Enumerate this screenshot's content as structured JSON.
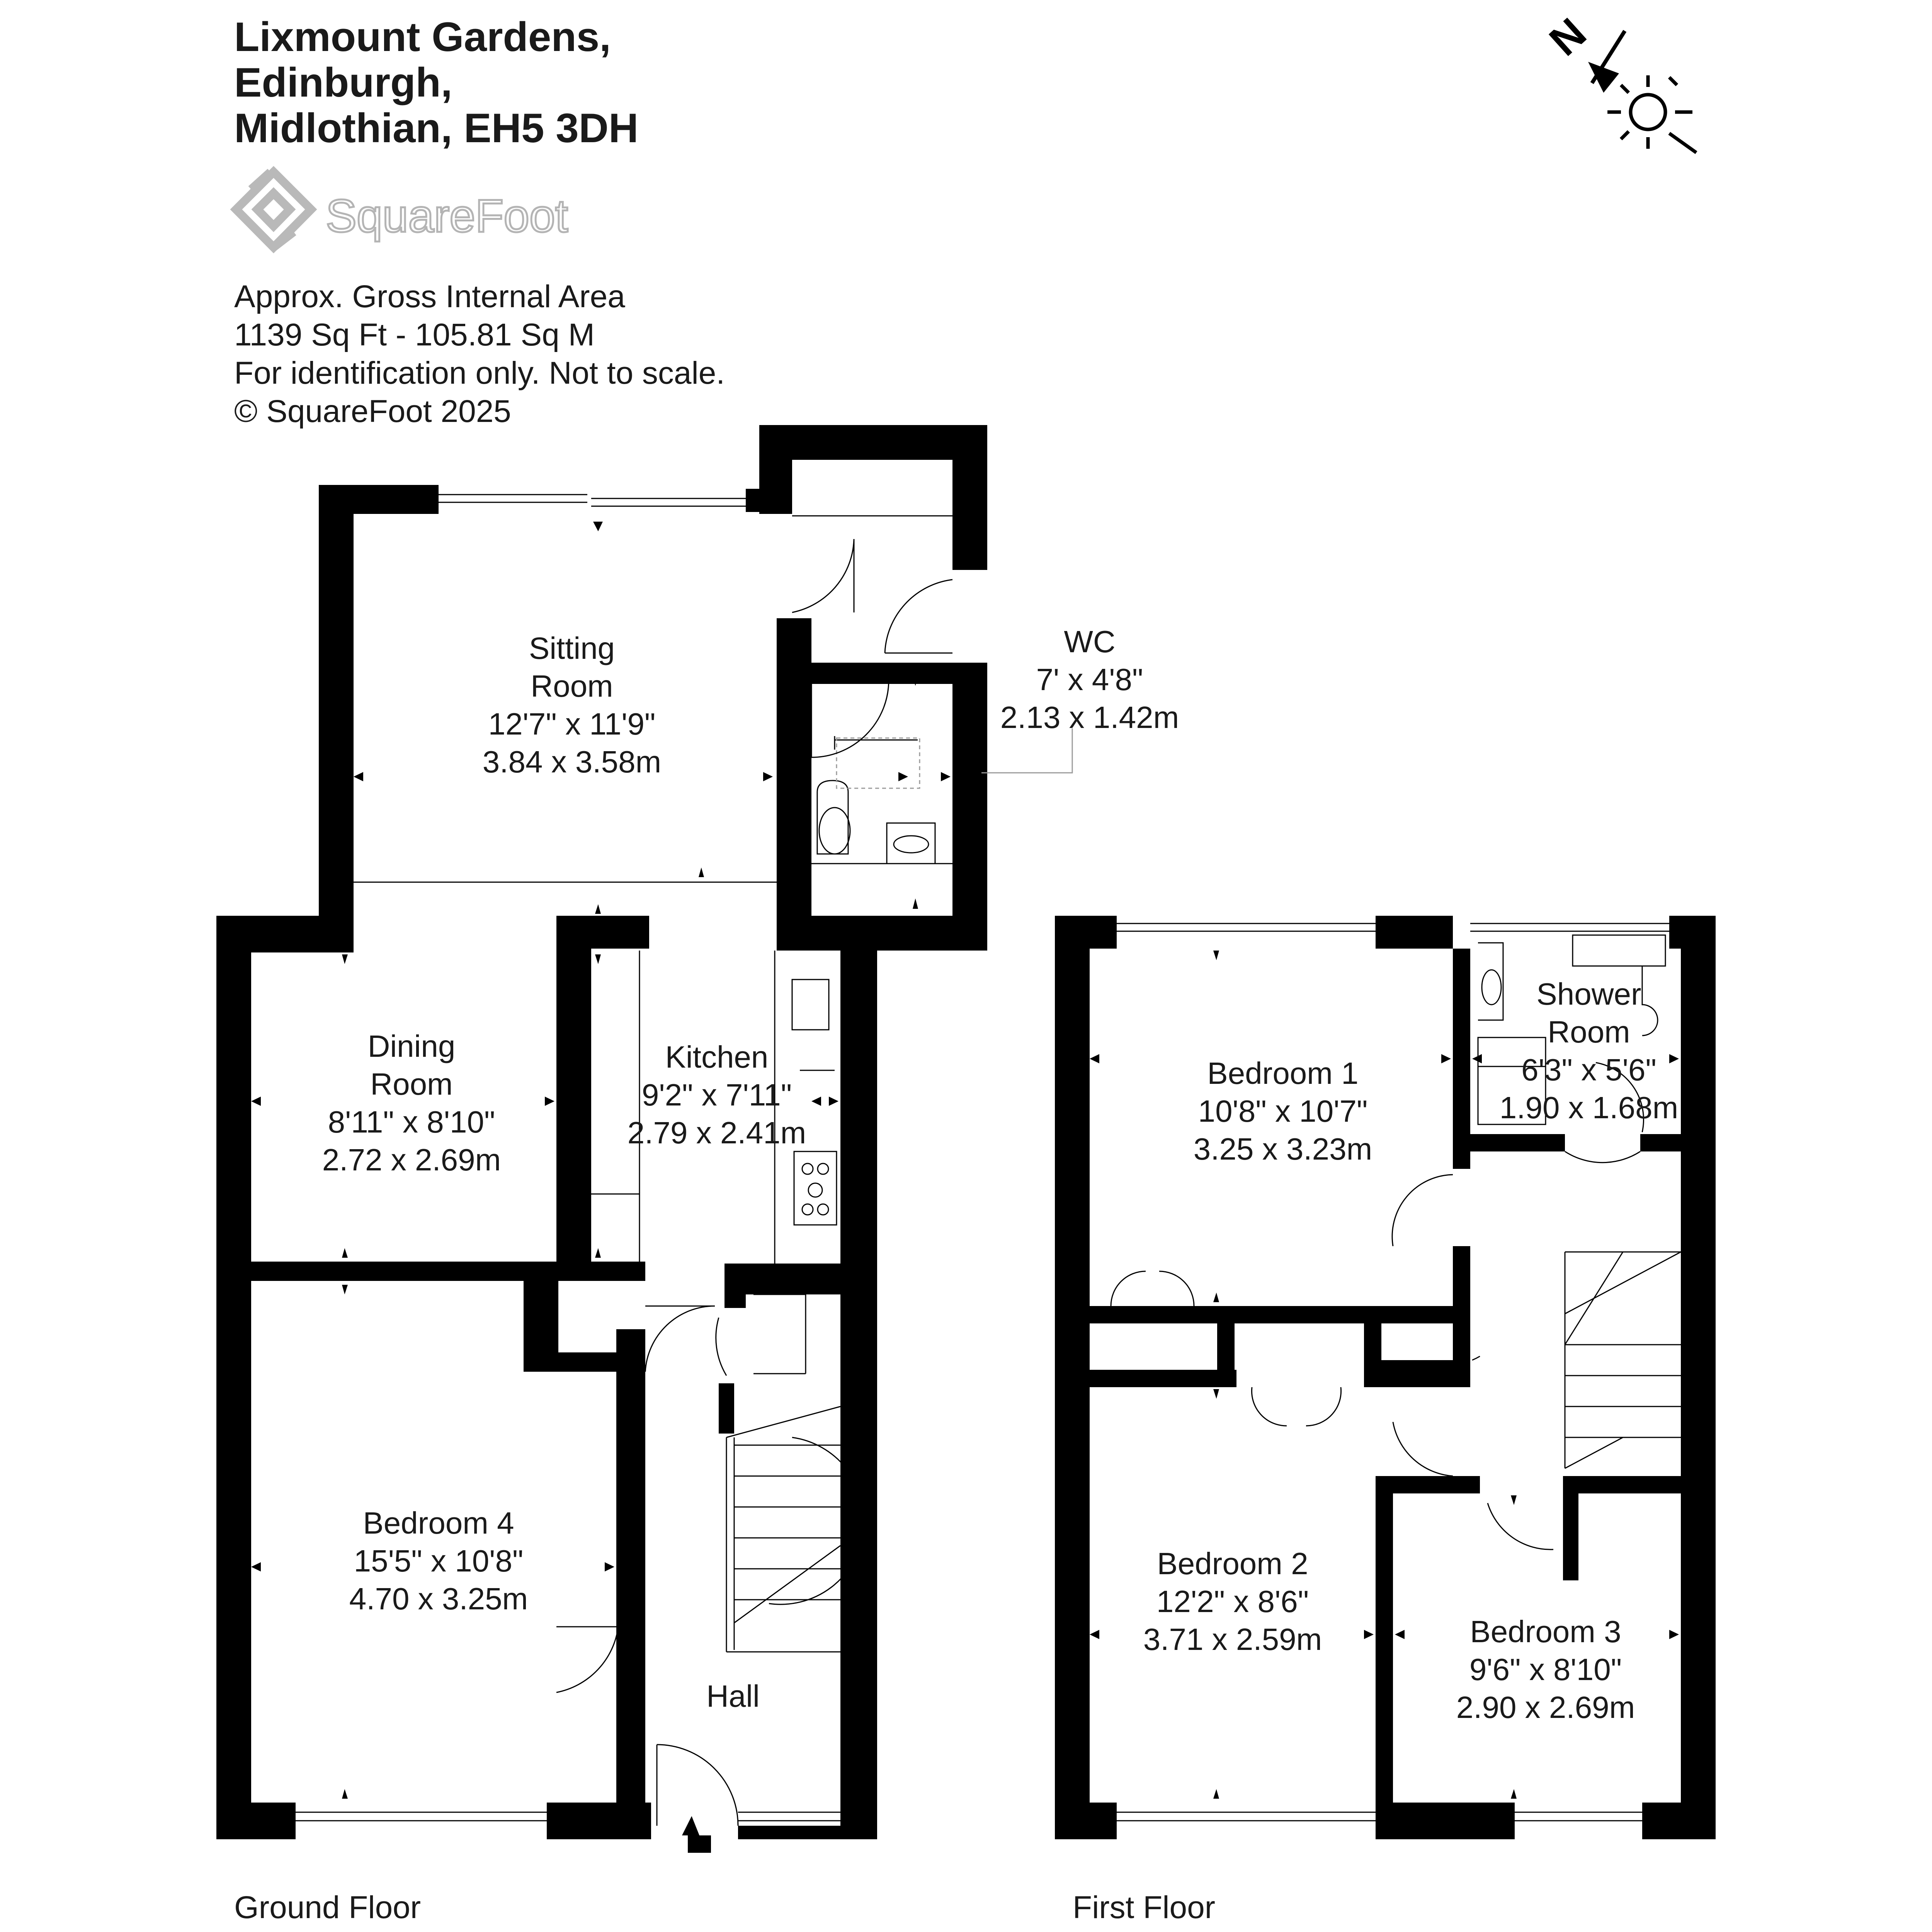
{
  "header": {
    "address_lines": [
      "Lixmount Gardens,",
      "Edinburgh,",
      "Midlothian, EH5 3DH"
    ],
    "brand": "SquareFoot",
    "area_lines": [
      "Approx. Gross Internal Area",
      "1139 Sq Ft  -  105.81 Sq M",
      "For identification only. Not to scale.",
      "© SquareFoot 2025"
    ]
  },
  "compass": {
    "label": "N"
  },
  "floors": {
    "ground": "Ground Floor",
    "first": "First Floor"
  },
  "rooms": {
    "sitting": {
      "name1": "Sitting",
      "name2": "Room",
      "imperial": "12'7\" x 11'9\"",
      "metric": "3.84 x 3.58m"
    },
    "wc": {
      "name": "WC",
      "imperial": "7' x 4'8\"",
      "metric": "2.13 x 1.42m"
    },
    "dining": {
      "name1": "Dining",
      "name2": "Room",
      "imperial": "8'11\" x 8'10\"",
      "metric": "2.72 x 2.69m"
    },
    "kitchen": {
      "name": "Kitchen",
      "imperial": "9'2\" x 7'11\"",
      "metric": "2.79 x 2.41m"
    },
    "bedroom4": {
      "name": "Bedroom 4",
      "imperial": "15'5\" x 10'8\"",
      "metric": "4.70 x 3.25m"
    },
    "hall": {
      "name": "Hall"
    },
    "bedroom1": {
      "name": "Bedroom 1",
      "imperial": "10'8\" x 10'7\"",
      "metric": "3.25 x 3.23m"
    },
    "shower": {
      "name1": "Shower",
      "name2": "Room",
      "imperial": "6'3\" x 5'6\"",
      "metric": "1.90 x 1.68m"
    },
    "bedroom2": {
      "name": "Bedroom 2",
      "imperial": "12'2\" x 8'6\"",
      "metric": "3.71 x 2.59m"
    },
    "bedroom3": {
      "name": "Bedroom 3",
      "imperial": "9'6\" x 8'10\"",
      "metric": "2.90 x 2.69m"
    }
  }
}
